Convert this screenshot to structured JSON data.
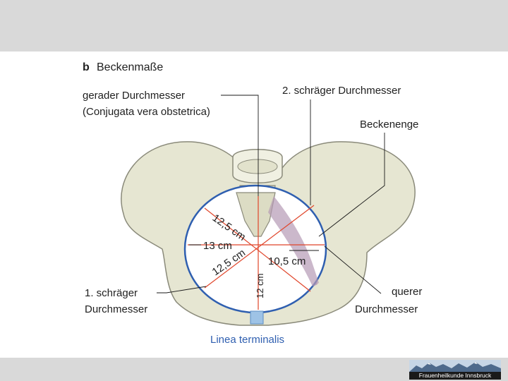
{
  "figure": {
    "title_prefix": "b",
    "title": "Beckenmaße",
    "labels": {
      "gerader_line1": "gerader Durchmesser",
      "gerader_line2": "(Conjugata vera obstetrica)",
      "schraeg2": "2. schräger Durchmesser",
      "beckenenge": "Beckenenge",
      "schraeg1_line1": "1. schräger",
      "schraeg1_line2": "Durchmesser",
      "querer_line1": "querer",
      "querer_line2": "Durchmesser",
      "linea": "Linea terminalis"
    },
    "measurements": {
      "oblique_upper": "12,5 cm",
      "transverse_left": "13 cm",
      "oblique_lower": "12,5 cm",
      "vertical": "12 cm",
      "transverse_right": "10,5 cm"
    },
    "colors": {
      "bone": "#e6e6d2",
      "bone_stroke": "#8a8a7a",
      "linea_terminalis": "#2f5fb0",
      "measure_lines": "#e0452a",
      "ligament": "#b59ab5"
    }
  },
  "logo": {
    "text": "Frauenheilkunde Innsbruck",
    "icon": "mountain-panorama-icon"
  }
}
